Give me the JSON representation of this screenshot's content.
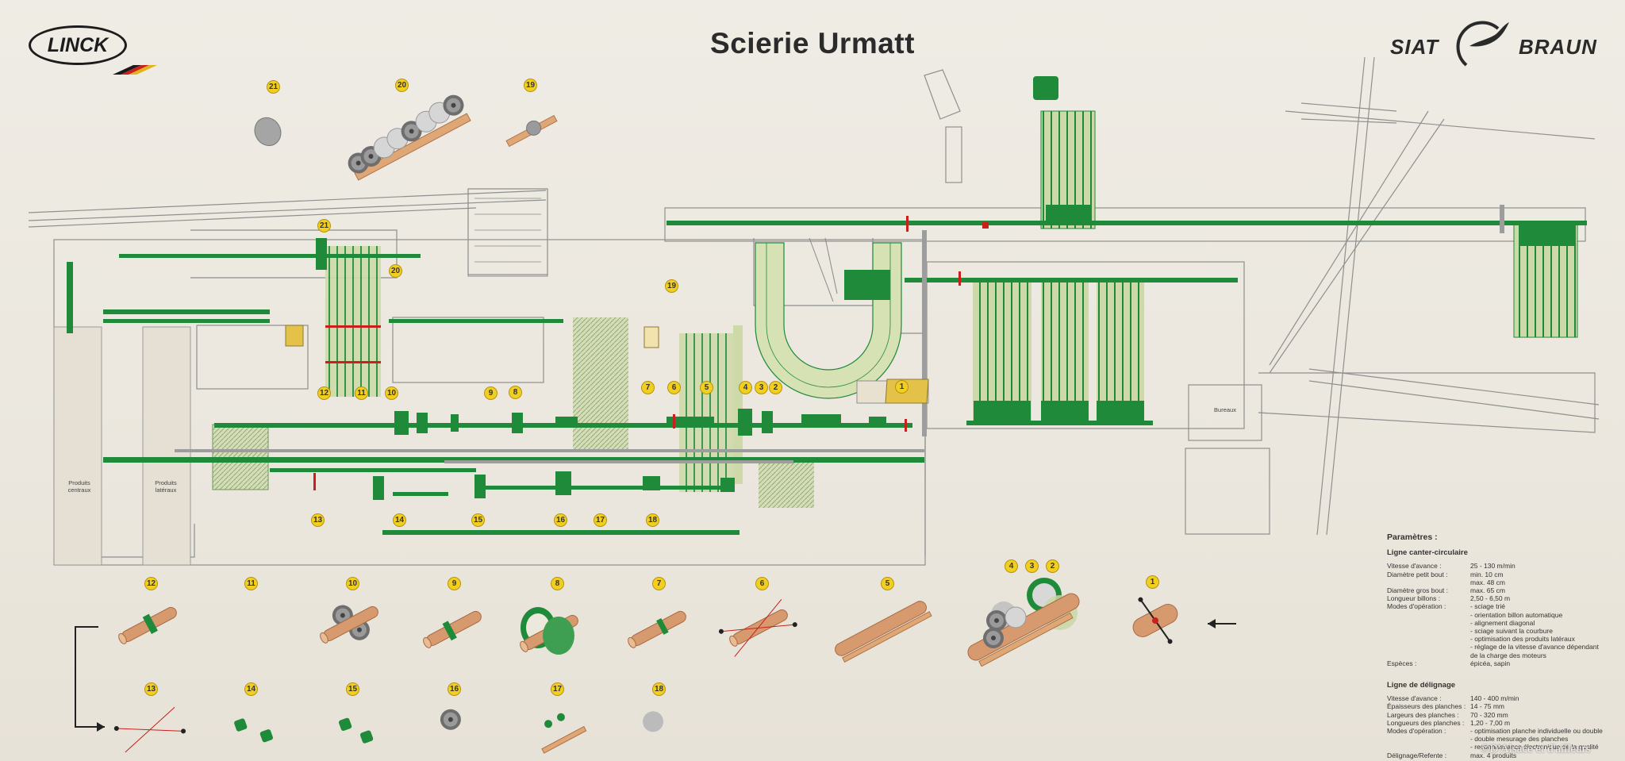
{
  "header": {
    "title": "Scierie Urmatt",
    "linck_logo": "LINCK",
    "siat_logo_left": "SIAT",
    "siat_logo_right": "BRAUN"
  },
  "markers": {
    "top_row": [
      "21",
      "20",
      "19"
    ],
    "plan": [
      "21",
      "20",
      "19",
      "12",
      "11",
      "10",
      "9",
      "8",
      "7",
      "6",
      "5",
      "4",
      "3",
      "2",
      "1",
      "13",
      "14",
      "15",
      "16",
      "17",
      "18"
    ],
    "bottom_row1": [
      "12",
      "11",
      "10",
      "9",
      "8",
      "7",
      "6",
      "5",
      "4",
      "3",
      "2",
      "1"
    ],
    "bottom_row2": [
      "13",
      "14",
      "15",
      "16",
      "17",
      "18"
    ]
  },
  "plan_labels": {
    "produits_centraux": "Produits centraux",
    "produits_lateraux": "Produits latéraux",
    "bureaux": "Bureaux"
  },
  "parameters": {
    "heading": "Paramètres :",
    "canter": {
      "title": "Ligne canter-circulaire",
      "rows": [
        {
          "k": "Vitesse d'avance :",
          "v": "25 - 130 m/min"
        },
        {
          "k": "Diamètre petit bout :",
          "v": "min. 10 cm"
        },
        {
          "k": "",
          "v": "max. 48 cm"
        },
        {
          "k": "Diamètre gros bout :",
          "v": "max. 65 cm"
        },
        {
          "k": "Longueur billons :",
          "v": "2,50 - 6,50 m"
        },
        {
          "k": "Modes d'opération :",
          "v": "- sciage trié"
        },
        {
          "k": "",
          "v": "- orientation billon automatique"
        },
        {
          "k": "",
          "v": "- alignement diagonal"
        },
        {
          "k": "",
          "v": "- sciage suivant la courbure"
        },
        {
          "k": "",
          "v": "- optimisation des produits latéraux"
        },
        {
          "k": "",
          "v": "- réglage de la vitesse d'avance dépendant"
        },
        {
          "k": "",
          "v": "de la charge des moteurs"
        },
        {
          "k": "Espèces :",
          "v": "épicéa, sapin"
        }
      ]
    },
    "delignage": {
      "title": "Ligne de délignage",
      "rows": [
        {
          "k": "Vitesse d'avance :",
          "v": "140 - 400 m/min"
        },
        {
          "k": "Épaisseurs des planches :",
          "v": "14 - 75 mm"
        },
        {
          "k": "Largeurs des planches :",
          "v": "70 - 320 mm"
        },
        {
          "k": "Longueurs des planches :",
          "v": "1,20 - 7,00 m"
        },
        {
          "k": "Modes d'opération :",
          "v": "- optimisation planche individuelle ou double"
        },
        {
          "k": "",
          "v": "- double mesurage des planches"
        },
        {
          "k": "",
          "v": "- reconnaissance électronique de la qualité"
        },
        {
          "k": "Délignage/Refente :",
          "v": "max. 4 produits"
        }
      ]
    }
  },
  "credit": "©D'Alsace et d'ailleurs",
  "colors": {
    "machine_green": "#1f8a3a",
    "light_green": "#c9d7a6",
    "wood": "#d79a6e",
    "marker_yellow": "#f2cf1f",
    "line_gray": "#8f8f8f"
  }
}
